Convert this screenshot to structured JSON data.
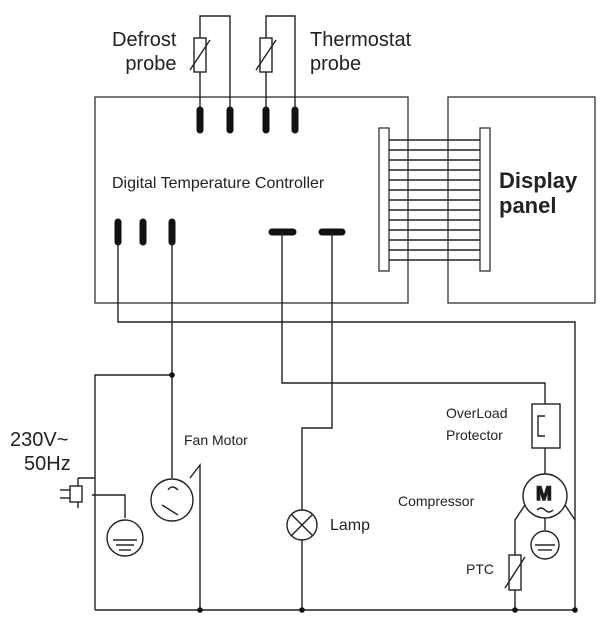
{
  "labels": {
    "defrost_line1": "Defrost",
    "defrost_line2": "probe",
    "thermostat_line1": "Thermostat",
    "thermostat_line2": "probe",
    "controller": "Digital Temperature Controller",
    "display_line1": "Display",
    "display_line2": "panel",
    "supply_line1": "230V~",
    "supply_line2": "50Hz",
    "fan_motor": "Fan Motor",
    "lamp": "Lamp",
    "overload_line1": "OverLoad",
    "overload_line2": "Protector",
    "compressor": "Compressor",
    "compressor_symbol": "M",
    "ptc": "PTC"
  }
}
